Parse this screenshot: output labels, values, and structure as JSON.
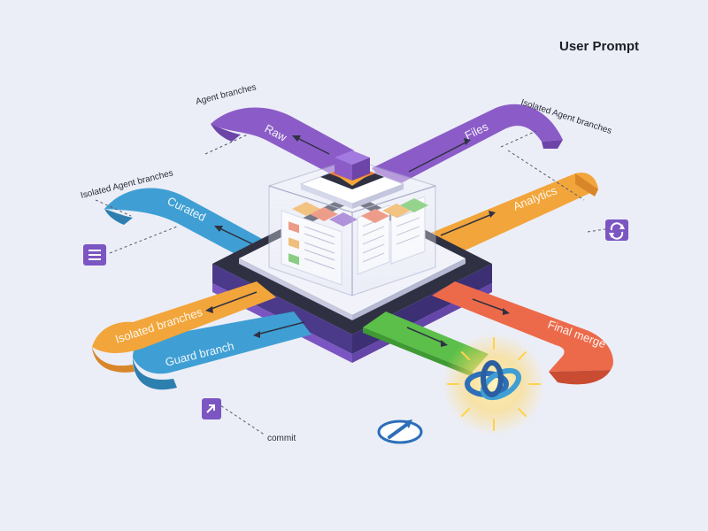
{
  "title": "User Prompt",
  "ribbons": {
    "raw": "Raw",
    "files": "Files",
    "curated": "Curated",
    "analytics": "Analytics",
    "lower_left_orange": "Isolated branches",
    "lower_left_blue": "Guard branch",
    "final_merge": "Final merge"
  },
  "annotations": {
    "top_left": "Agent branches",
    "top_right": "Isolated Agent branches",
    "left": "Isolated Agent branches",
    "bottom": "commit"
  },
  "colors": {
    "background": "#eceef7",
    "purple": "#8b5cc8",
    "orange": "#f2a53a",
    "blue": "#3f9fd4",
    "green": "#5bbf4a",
    "red": "#ec6a4a",
    "dark": "#2f3142"
  },
  "icons": {
    "left_box": "list-icon",
    "right_box": "refresh-icon",
    "bottom_left_box": "link-icon",
    "bottom_center": "share-arrow-icon",
    "merge_node": "merge-knot-icon"
  }
}
